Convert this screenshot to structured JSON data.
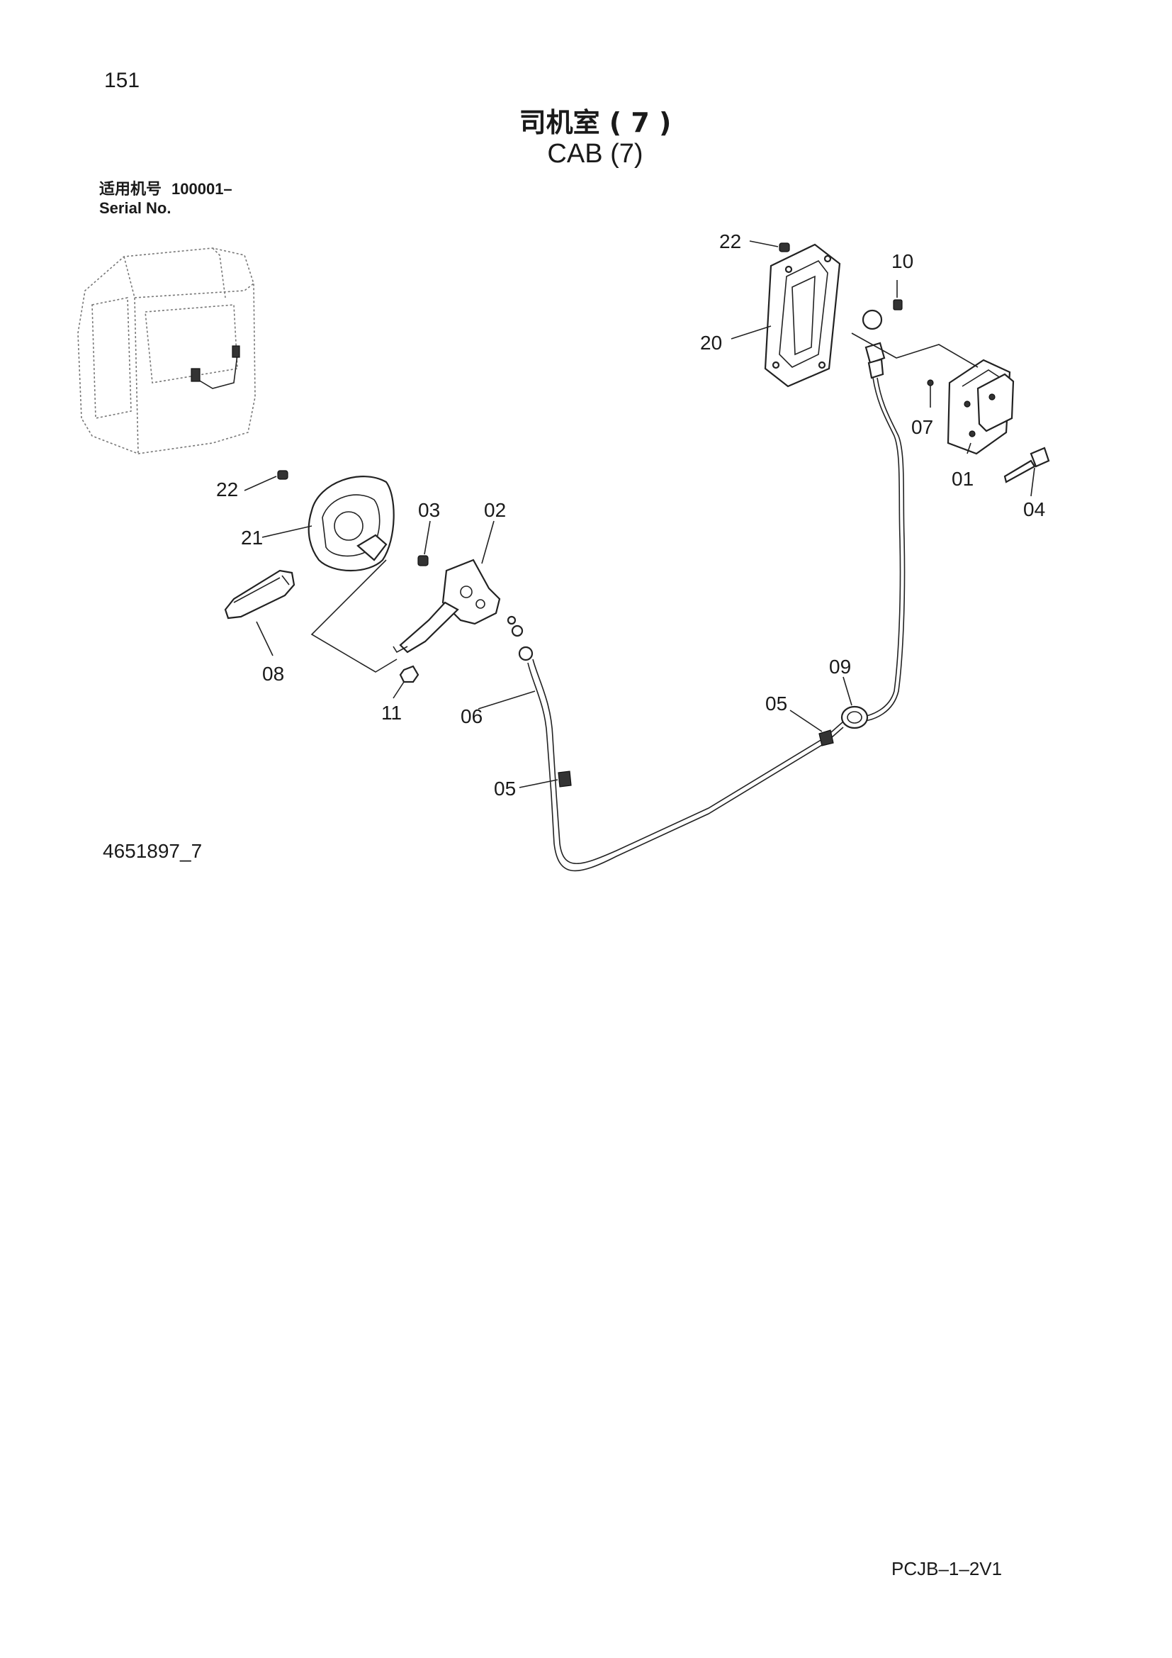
{
  "page_number": "151",
  "title_cn": "司机室 ( 7 )",
  "title_en": "CAB (7)",
  "serial": {
    "label_cn": "适用机号",
    "value": "100001–",
    "label_en": "Serial No."
  },
  "callouts": {
    "c22_top": "22",
    "c10": "10",
    "c20": "20",
    "c07": "07",
    "c01": "01",
    "c04": "04",
    "c22_left": "22",
    "c21": "21",
    "c03": "03",
    "c02": "02",
    "c08": "08",
    "c11": "11",
    "c06": "06",
    "c09": "09",
    "c05_right": "05",
    "c05_left": "05"
  },
  "drawing_number": "4651897_7",
  "document_code": "PCJB–1–2V1"
}
